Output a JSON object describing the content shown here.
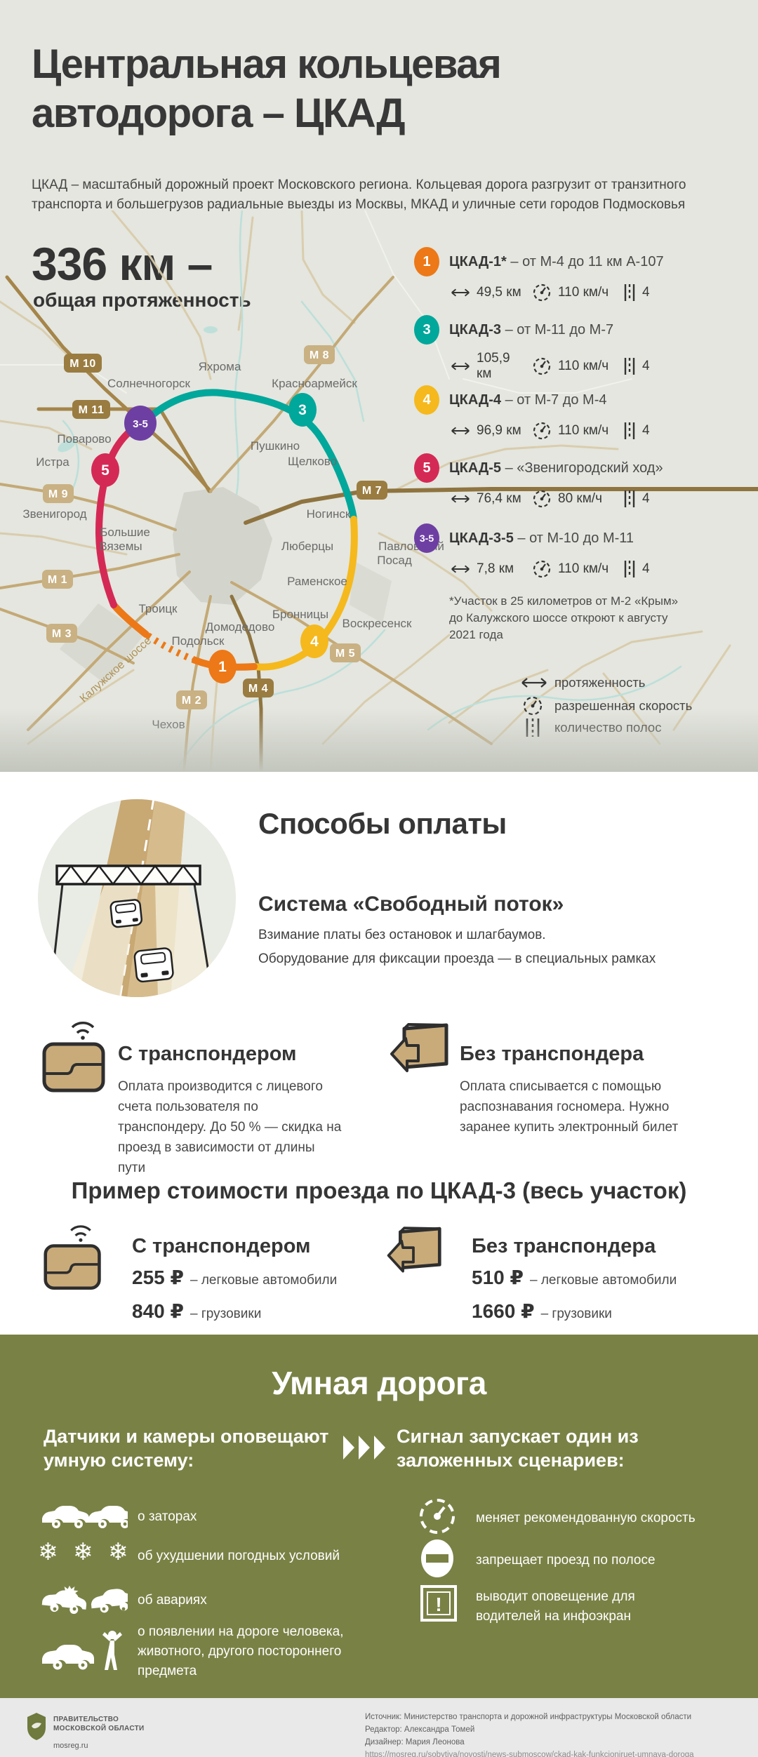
{
  "header": {
    "title_line1": "Центральная кольцевая",
    "title_line2": "автодорога – ЦКАД",
    "intro": "ЦКАД – масштабный дорожный проект Московского региона. Кольцевая дорога разгрузит от транзитного транспорта и большегрузов радиальные выезды из Москвы, МКАД и уличные сети городов Подмосковья",
    "total_length": "336 км –",
    "total_length_label": "общая протяженность"
  },
  "map": {
    "cities": [
      {
        "name": "Яхрома"
      },
      {
        "name": "Солнечногорск"
      },
      {
        "name": "Красноармейск"
      },
      {
        "name": "Поварово"
      },
      {
        "name": "Пушкино"
      },
      {
        "name": "Щелково"
      },
      {
        "name": "Истра"
      },
      {
        "name": "Звенигород"
      },
      {
        "name": "Ногинск"
      },
      {
        "name": "Большие"
      },
      {
        "name": "Вяземы"
      },
      {
        "name": "Люберцы"
      },
      {
        "name": "Павловский"
      },
      {
        "name": "Посад"
      },
      {
        "name": "Раменское"
      },
      {
        "name": "Троицк"
      },
      {
        "name": "Бронницы"
      },
      {
        "name": "Домодедово"
      },
      {
        "name": "Подольск"
      },
      {
        "name": "Воскресенск"
      },
      {
        "name": "Чехов"
      }
    ],
    "badges": [
      {
        "label": "М 10"
      },
      {
        "label": "М 11"
      },
      {
        "label": "М 8"
      },
      {
        "label": "М 9"
      },
      {
        "label": "М 7"
      },
      {
        "label": "М 1"
      },
      {
        "label": "М 3"
      },
      {
        "label": "М 2"
      },
      {
        "label": "М 4"
      },
      {
        "label": "М 5"
      }
    ],
    "kaluga_road_label": "Калужское шоссе"
  },
  "segments": [
    {
      "num": "1",
      "color": "#ed7817",
      "name": "ЦКАД-1*",
      "desc": "– от М-4 до 11 км А-107",
      "length": "49,5 км",
      "speed": "110 км/ч",
      "lanes": "4"
    },
    {
      "num": "3",
      "color": "#00a79b",
      "name": "ЦКАД-3",
      "desc": "– от М-11 до М-7",
      "length": "105,9 км",
      "speed": "110 км/ч",
      "lanes": "4"
    },
    {
      "num": "4",
      "color": "#f5b91d",
      "name": "ЦКАД-4",
      "desc": "– от М-7 до М-4",
      "length": "96,9 км",
      "speed": "110 км/ч",
      "lanes": "4"
    },
    {
      "num": "5",
      "color": "#d52955",
      "name": "ЦКАД-5",
      "desc": "– «Звенигородский ход»",
      "length": "76,4 км",
      "speed": "80 км/ч",
      "lanes": "4"
    },
    {
      "num": "3-5",
      "color": "#6e3fa3",
      "name": "ЦКАД-3-5",
      "desc": "– от М-10 до М-11",
      "length": "7,8 км",
      "speed": "110 км/ч",
      "lanes": "4"
    }
  ],
  "footnote": "*Участок в 25 километров от М-2 «Крым» до Калужского шоссе откроют к августу 2021 года",
  "legend": {
    "length_label": "протяженность",
    "speed_label": "разрешенная скорость",
    "lanes_label": "количество полос"
  },
  "payment": {
    "heading": "Способы оплаты",
    "subheading": "Система «Свободный поток»",
    "line1": "Взимание платы без остановок и шлагбаумов.",
    "line2": "Оборудование для фиксации проезда — в специальных рамках",
    "with_transponder": {
      "title": "С транспондером",
      "desc": "Оплата производится с лицевого счета пользователя по транспондеру. До 50 % — скидка на проезд в зависимости от длины пути"
    },
    "without_transponder": {
      "title": "Без транспондера",
      "desc": "Оплата списывается с помощью распознавания госномера. Нужно заранее купить электронный билет"
    }
  },
  "pricing": {
    "heading": "Пример стоимости проезда по ЦКАД-3 (весь участок)",
    "with_transponder": {
      "title": "С транспондером",
      "car_price": "255 ₽",
      "car_label": "– легковые автомобили",
      "truck_price": "840 ₽",
      "truck_label": "– грузовики"
    },
    "without_transponder": {
      "title": "Без транспондера",
      "car_price": "510 ₽",
      "car_label": "– легковые автомобили",
      "truck_price": "1660 ₽",
      "truck_label": "– грузовики"
    }
  },
  "smart_road": {
    "heading": "Умная дорога",
    "left_header": "Датчики и камеры оповещают умную систему:",
    "right_header": "Сигнал запускает один из заложенных сценариев:",
    "sensors": [
      {
        "icon": "traffic-cars",
        "label": "о заторах"
      },
      {
        "icon": "snowflakes",
        "label": "об ухудшении погодных условий",
        "glyphs": "❄ ❄ ❄"
      },
      {
        "icon": "car-crash",
        "label": "об авариях"
      },
      {
        "icon": "car-person",
        "label": "о появлении на дороге человека, животного, другого постороннего предмета"
      }
    ],
    "scenarios": [
      {
        "icon": "speedometer",
        "label": "меняет рекомендованную скорость"
      },
      {
        "icon": "no-entry",
        "label": "запрещает проезд по полосе"
      },
      {
        "icon": "alert-screen",
        "label": "выводит оповещение для водителей на инфоэкран"
      }
    ]
  },
  "footer": {
    "gov_line1": "ПРАВИТЕЛЬСТВО",
    "gov_line2": "МОСКОВСКОЙ ОБЛАСТИ",
    "site": "mosreg.ru",
    "source": "Источник: Министерство транспорта и дорожной инфраструктуры Московской области",
    "editor": "Редактор: Александра Томей",
    "designer": "Дизайнер: Мария Леонова",
    "url": "https://mosreg.ru/sobytiya/novosti/news-submoscow/ckad-kak-funkcioniruet-umnaya-doroga"
  },
  "colors": {
    "page_top_bg": "#e4e6df",
    "olive": "#7a8145",
    "orange": "#ed7817",
    "teal": "#00a79b",
    "yellow": "#f5b91d",
    "crimson": "#d52955",
    "purple": "#6e3fa3",
    "tan": "#c9ab7a",
    "footer_bg": "#e9e9e9"
  }
}
